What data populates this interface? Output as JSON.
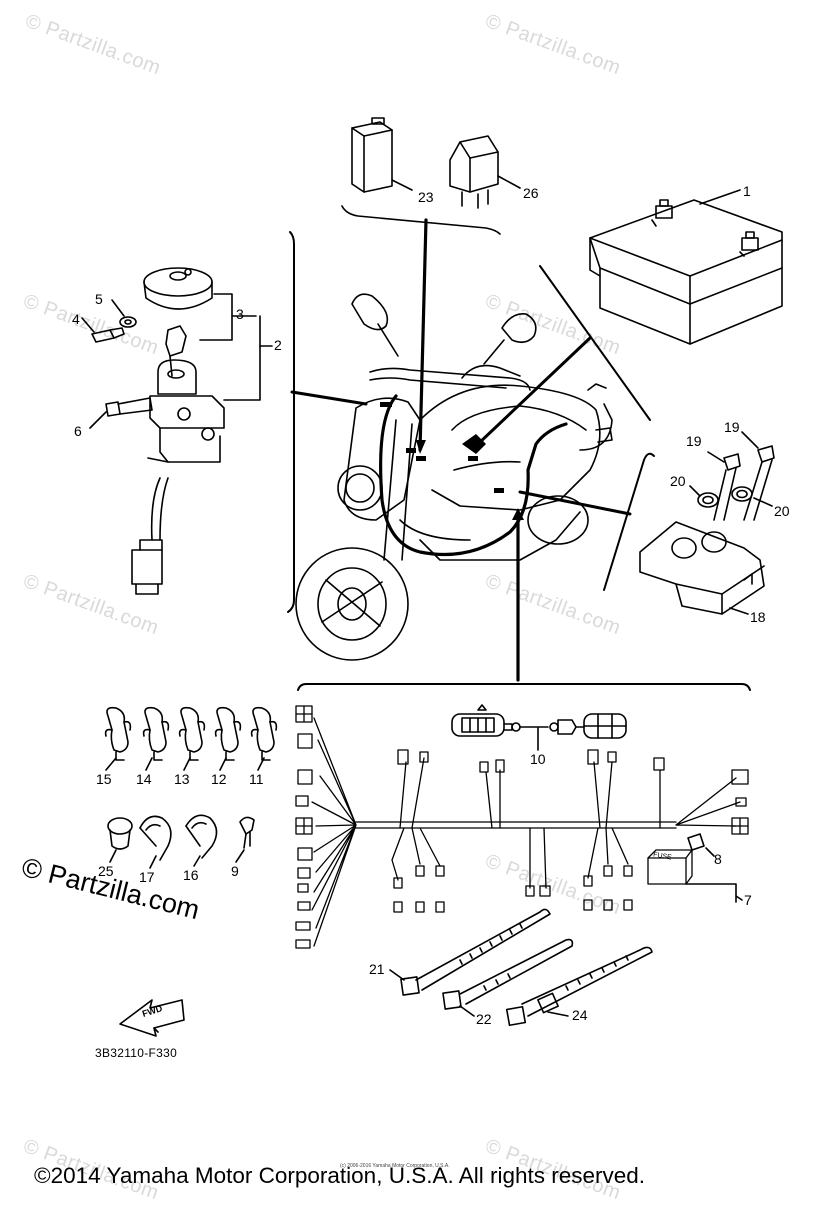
{
  "watermark": "© Partzilla.com",
  "brand_watermark": "© Partzilla.com",
  "figure_code": "3B32110-F330",
  "fwd_label": "FWD",
  "fuse_label": "FUSE",
  "copyright": "©2014 Yamaha Motor Corporation, U.S.A. All rights reserved.",
  "fine_print": "(c) 2006-2016 Yamaha Motor Corporation, U.S.A.",
  "callouts": {
    "c1": "1",
    "c2": "2",
    "c3": "3",
    "c4": "4",
    "c5": "5",
    "c6": "6",
    "c7": "7",
    "c8": "8",
    "c9": "9",
    "c10": "10",
    "c11": "11",
    "c12": "12",
    "c13": "13",
    "c14": "14",
    "c15": "15",
    "c16": "16",
    "c17": "17",
    "c18": "18",
    "c19a": "19",
    "c19b": "19",
    "c20a": "20",
    "c20b": "20",
    "c21": "21",
    "c22": "22",
    "c23": "23",
    "c24": "24",
    "c25": "25",
    "c26": "26"
  }
}
